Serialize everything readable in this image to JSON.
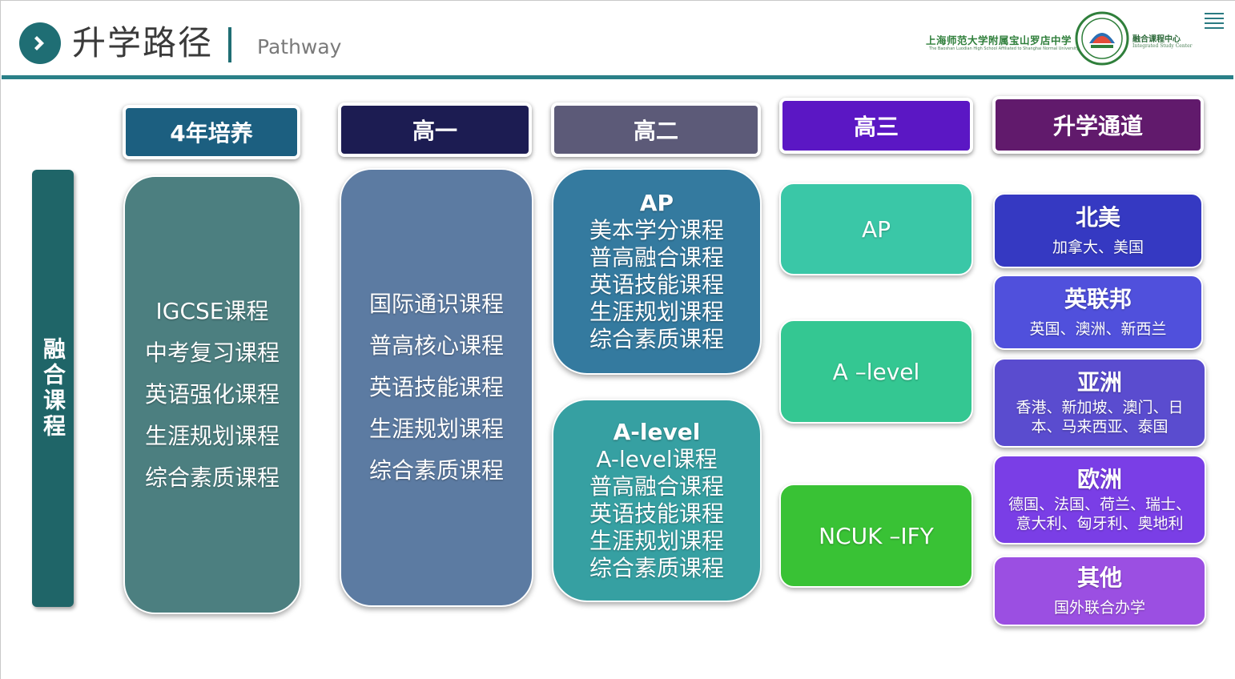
{
  "header": {
    "title": "升学路径",
    "subtitle": "Pathway",
    "school_name": "上海师范大学附属宝山罗店中学",
    "school_name_en": "The Baoshan Luodian High School Affiliated to Shanghai Normal University",
    "center_name": "融合课程中心",
    "center_name_en": "Integrated Study Center"
  },
  "side_label": "融合课程",
  "columns": [
    {
      "label": "4年培养",
      "color": "#1c5f80"
    },
    {
      "label": "高一",
      "color": "#1c1c52"
    },
    {
      "label": "高二",
      "color": "#5c5a78"
    },
    {
      "label": "高三",
      "color": "#5b17c4"
    },
    {
      "label": "升学通道",
      "color": "#611a6c"
    }
  ],
  "four_year": {
    "color": "#4c7f80",
    "items": [
      "IGCSE课程",
      "中考复习课程",
      "英语强化课程",
      "生涯规划课程",
      "综合素质课程"
    ]
  },
  "grade10": {
    "color": "#5c7ba2",
    "items": [
      "国际通识课程",
      "普高核心课程",
      "英语技能课程",
      "生涯规划课程",
      "综合素质课程"
    ]
  },
  "grade11": {
    "ap": {
      "color": "#347a9f",
      "title": "AP",
      "items": [
        "美本学分课程",
        "普高融合课程",
        "英语技能课程",
        "生涯规划课程",
        "综合素质课程"
      ]
    },
    "alevel": {
      "color": "#36a0a2",
      "title": "A-level",
      "items": [
        "A-level课程",
        "普高融合课程",
        "英语技能课程",
        "生涯规划课程",
        "综合素质课程"
      ]
    }
  },
  "grade12": [
    {
      "label": "AP",
      "color": "#3ac7a7"
    },
    {
      "label": "A –level",
      "color": "#34c792"
    },
    {
      "label": "NCUK –IFY",
      "color": "#39c235"
    }
  ],
  "destinations": [
    {
      "name": "北美",
      "desc": "加拿大、美国",
      "color": "#3539c2"
    },
    {
      "name": "英联邦",
      "desc": "英国、澳洲、新西兰",
      "color": "#5050dc"
    },
    {
      "name": "亚洲",
      "desc": "香港、新加坡、澳门、日本、马来西亚、泰国",
      "color": "#5a4ccf"
    },
    {
      "name": "欧洲",
      "desc": "德国、法国、荷兰、瑞士、意大利、匈牙利、奥地利",
      "color": "#7a3ee6"
    },
    {
      "name": "其他",
      "desc": "国外联合办学",
      "color": "#9b4fe2"
    }
  ]
}
